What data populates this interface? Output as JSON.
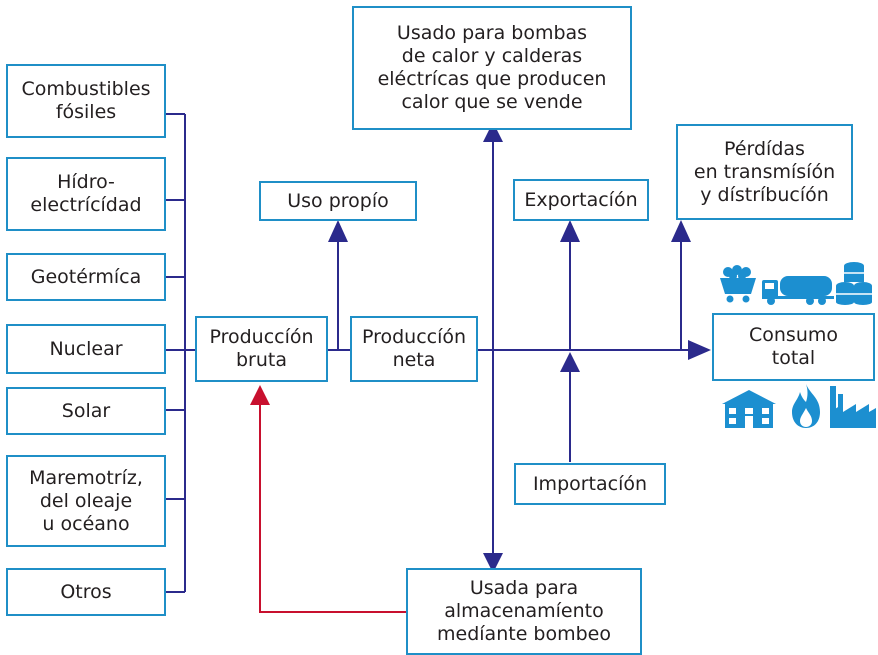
{
  "sources": {
    "fossil": "Combustibles\nfósiles",
    "hydro": "Hídro-\nelectrícídad",
    "geothermal": "Geotérmíca",
    "nuclear": "Nuclear",
    "solar": "Solar",
    "tidal": "Maremotríz,\ndel oleaje\nu océano",
    "other": "Otros"
  },
  "nodes": {
    "gross_production": "Produccíón\nbruta",
    "own_use": "Uso propío",
    "net_production": "Produccíón\nneta",
    "heat_pumps": "Usado para bombas\nde calor y calderas\neléctrícas que producen\ncalor que se vende",
    "export": "Exportacíón",
    "losses": "Pérdídas\nen transmísíón\ny dístríbucíón",
    "import": "Importacíón",
    "storage": "Usada para\nalmacenamíento\nmedíante bombeo",
    "total_consumption": "Consumo\ntotal"
  },
  "colors": {
    "box_border": "#1f8fc7",
    "flow_line": "#2b2a8c",
    "storage_line": "#c8102e",
    "icon_fill": "#1c8fd0"
  },
  "icons": [
    "coal-cart-icon",
    "tanker-truck-icon",
    "oil-barrels-icon",
    "house-icon",
    "flame-icon",
    "factory-icon"
  ]
}
